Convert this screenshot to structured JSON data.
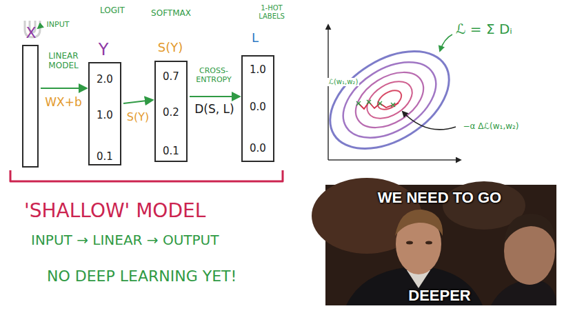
{
  "diagram": {
    "nodes": [
      {
        "text": [
          "INPUT",
          "X"
        ]
      },
      {
        "text": [
          "LOGIT",
          "Y",
          "2.0",
          "1.0",
          "0.1"
        ]
      },
      {
        "text": [
          "SOFTMAX",
          "S(Y)",
          "0.7",
          "0.2",
          "0.1"
        ]
      },
      {
        "text": [
          "1-HOT LABELS",
          "L",
          "1.0",
          "0.0",
          "0.0"
        ]
      },
      {
        "text": [
          "WE NEED TO GO",
          "DEEPER"
        ]
      }
    ],
    "edges": [
      {
        "from": 0,
        "to": 1,
        "arrow": "to",
        "label": "WX+b"
      },
      {
        "from": 1,
        "to": 2,
        "arrow": "to",
        "label": "S(Y)"
      },
      {
        "from": 2,
        "to": 3,
        "arrow": "to",
        "label": "D(S, L)"
      }
    ],
    "labels": [
      "LINEAR MODEL",
      "CROSS-ENTROPY",
      "ℒ = Σ Dᵢ",
      "ℒ(w₁,w₂)",
      "−α Δℒ(w₁,w₂)",
      "'SHALLOW' MODEL",
      "INPUT → LINEAR → OUTPUT",
      "NO DEEP LEARNING YET!"
    ]
  }
}
